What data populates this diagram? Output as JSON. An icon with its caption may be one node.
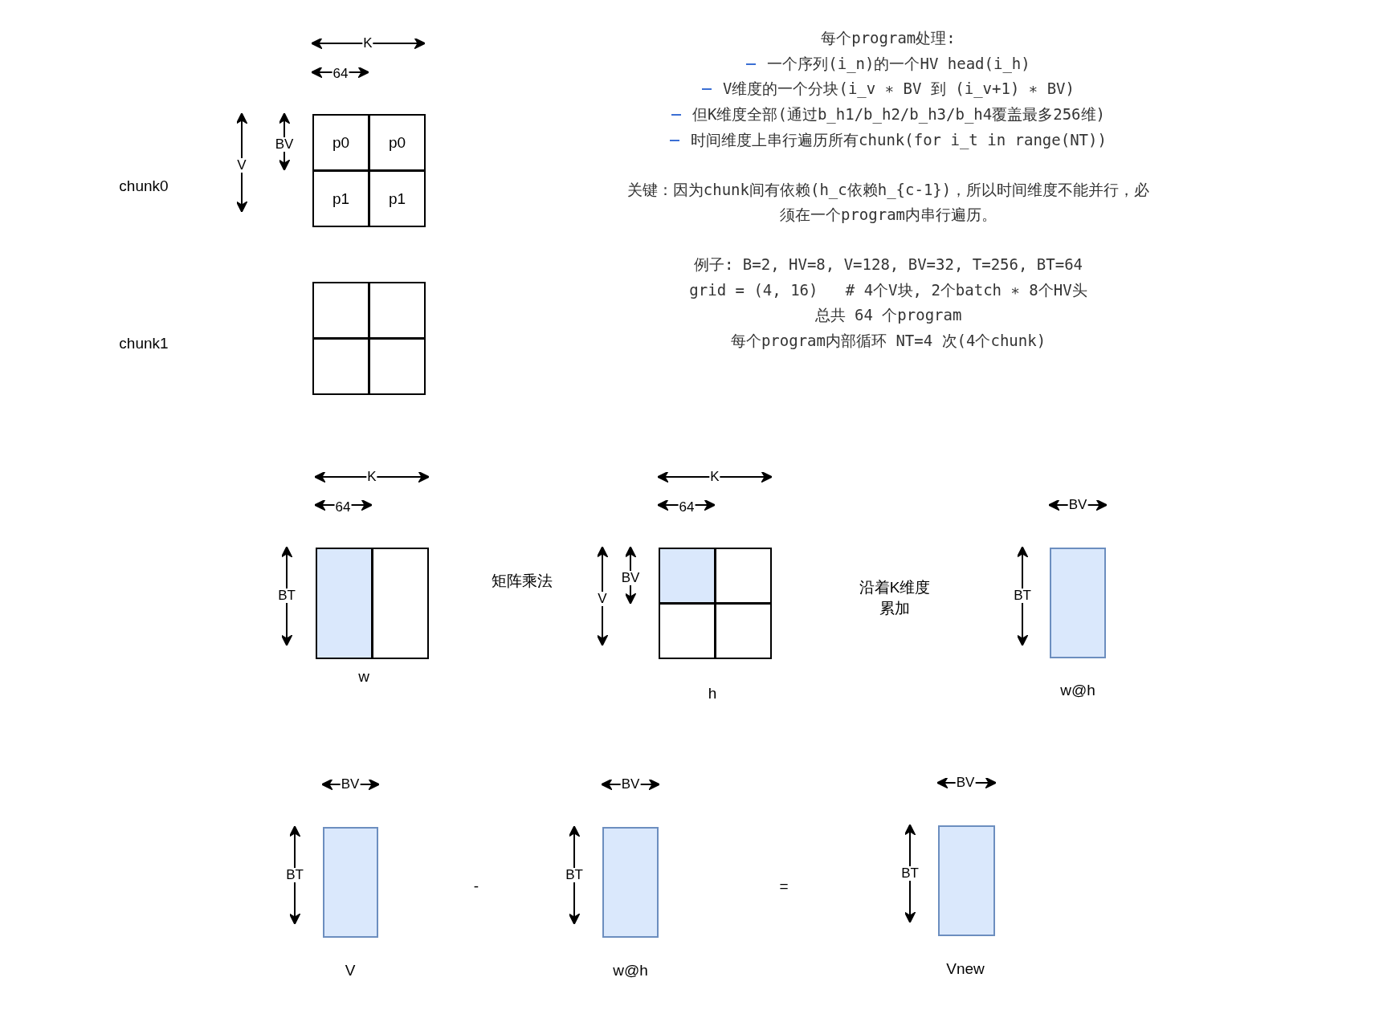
{
  "diagram": {
    "nodes": [
      {
        "text": [
          "p0"
        ]
      },
      {
        "text": [
          "p0"
        ]
      },
      {
        "text": [
          "p1"
        ]
      },
      {
        "text": [
          "p1"
        ]
      },
      {
        "text": [],
        "shape": "box"
      },
      {
        "text": [],
        "shape": "box"
      },
      {
        "text": [],
        "shape": "box"
      },
      {
        "text": [],
        "shape": "box"
      },
      {
        "text": [],
        "shape": "box"
      },
      {
        "text": [],
        "shape": "box"
      },
      {
        "text": [],
        "shape": "box"
      },
      {
        "text": [],
        "shape": "box"
      },
      {
        "text": [],
        "shape": "box"
      },
      {
        "text": [],
        "shape": "box"
      },
      {
        "text": [],
        "shape": "box"
      },
      {
        "text": [],
        "shape": "box"
      },
      {
        "text": [],
        "shape": "box"
      },
      {
        "text": [],
        "shape": "box"
      }
    ],
    "labels": [
      "K",
      "每个program处理:",
      "一个序列(i_n)的一个HV head(i_h)",
      "64",
      "V维度的一个分块(i_v ∗ BV 到 (i_v+1) ∗ BV)",
      "但K维度全部(通过b_h1/b_h2/b_h3/b_h4覆盖最多256维)",
      "BV",
      "时间维度上串行遍历所有chunk(for i_t in range(NT))",
      "V",
      "chunk0",
      "关键：因为chunk间有依赖(h_c依赖h_{c-1})，所以时间维度不能并行，必须在一个program内串行遍历。",
      "例子: B=2, HV=8, V=128, BV=32, T=256, BT=64",
      "grid = (4, 16)   # 4个V块, 2个batch ∗ 8个HV头",
      "总共 64 个program",
      "每个program内部循环 NT=4 次(4个chunk)",
      "chunk1",
      "K",
      "K",
      "64",
      "64",
      "BV",
      "BT",
      "矩阵乘法",
      "BV",
      "V",
      "沿着K维度累加",
      "BT",
      "w",
      "h",
      "w@h",
      "BV",
      "BV",
      "BV",
      "BT",
      "-",
      "BT",
      "=",
      "BT",
      "V",
      "w@h",
      "Vnew"
    ]
  }
}
